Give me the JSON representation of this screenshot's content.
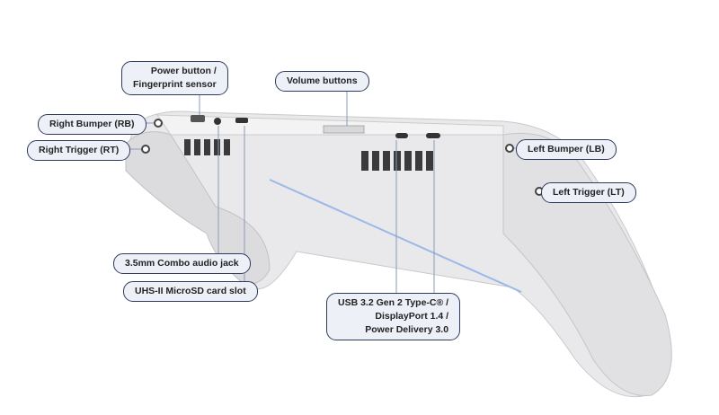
{
  "labels": {
    "power": [
      "Power button /",
      "Fingerprint sensor"
    ],
    "volume": "Volume buttons",
    "right_bumper": "Right Bumper (RB)",
    "right_trigger": "Right Trigger (RT)",
    "left_bumper": "Left Bumper (LB)",
    "left_trigger": "Left Trigger (LT)",
    "audio_jack": "3.5mm Combo audio jack",
    "microsd": "UHS-II MicroSD card slot",
    "usb": [
      "USB 3.2 Gen 2 Type-C® /",
      "DisplayPort 1.4 /",
      "Power Delivery 3.0"
    ]
  }
}
